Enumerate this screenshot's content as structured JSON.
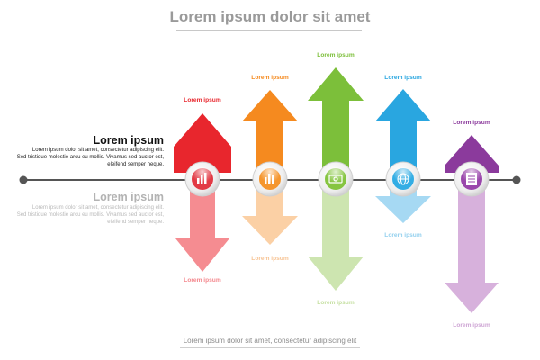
{
  "title": "Lorem ipsum dolor sit amet",
  "left_blocks": [
    {
      "heading": "Lorem ipsum",
      "lines": [
        "Lorem ipsum dolor sit amet, consectetur adipiscing elit.",
        "Sed tristique molestie arcu eu mollis. Vivamus sed auctor est,",
        "eleifend semper neque."
      ]
    },
    {
      "heading": "Lorem ipsum",
      "lines": [
        "Lorem ipsum dolor sit amet, consectetur adipiscing elit.",
        "Sed tristique molestie arcu eu mollis. Vivamus sed auctor est,",
        "eleifend semper neque."
      ]
    }
  ],
  "arrows": [
    {
      "up_label": "Lorem ipsum",
      "down_label": "Lorem ipsum",
      "color": "#e8262d",
      "icon": "bar-chart-icon"
    },
    {
      "up_label": "Lorem ipsum",
      "down_label": "Lorem ipsum",
      "color": "#f58a1f",
      "icon": "bar-chart-icon"
    },
    {
      "up_label": "Lorem ipsum",
      "down_label": "Lorem ipsum",
      "color": "#7cbf3a",
      "icon": "money-icon"
    },
    {
      "up_label": "Lorem ipsum",
      "down_label": "Lorem ipsum",
      "color": "#29a6e0",
      "icon": "globe-icon"
    },
    {
      "up_label": "Lorem ipsum",
      "down_label": "Lorem ipsum",
      "color": "#8b3a9c",
      "icon": "notepad-icon"
    }
  ],
  "footer": "Lorem ipsum dolor sit amet, consectetur adipiscing elit"
}
